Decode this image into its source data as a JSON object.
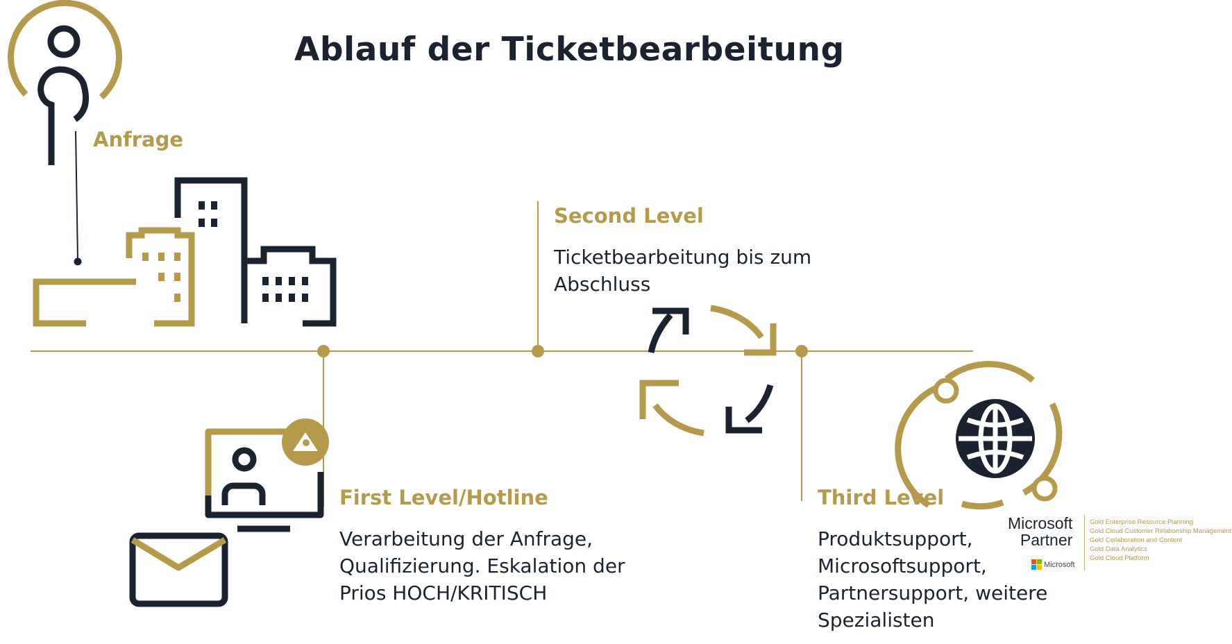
{
  "title": "Ablauf der Ticketbearbeitung",
  "colors": {
    "gold": "#b59a4c",
    "navy": "#1b2230"
  },
  "stages": {
    "anfrage": {
      "label": "Anfrage"
    },
    "first_level": {
      "heading": "First Level/Hotline",
      "body": "Verarbeitung der Anfrage,\nQualifizierung. Eskalation der\nPrios HOCH/KRITISCH"
    },
    "second_level": {
      "heading": "Second Level",
      "body": "Ticketbearbeitung bis zum\nAbschluss"
    },
    "third_level": {
      "heading": "Third Level",
      "body": "Produktsupport,\nMicrosoftsupport,\nPartnersupport, weitere\nSpezialisten"
    }
  },
  "icons": [
    "person-pin-icon",
    "buildings-icon",
    "video-call-icon",
    "envelope-icon",
    "cycle-arrows-icon",
    "globe-icon"
  ],
  "partner_badge": {
    "wordmark": "Microsoft\nPartner",
    "small_brand": "Microsoft",
    "competencies": [
      "Gold Enterprise Resource Planning",
      "Gold Cloud Customer Relationship Management",
      "Gold Collaboration and Content",
      "Gold Data Analytics",
      "Gold Cloud Platform"
    ]
  }
}
